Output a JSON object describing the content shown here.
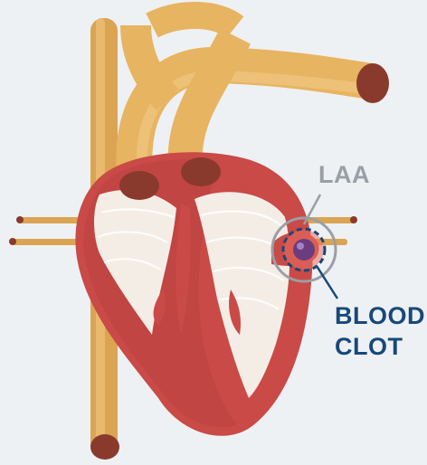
{
  "labels": {
    "laa": "LAA",
    "clot_line_1": "BLOOD",
    "clot_line_2": "CLOT"
  },
  "colors": {
    "background": "#eef1f3",
    "heart_outer": "#c94a47",
    "heart_inner": "#f4ede6",
    "vessel": "#e7b461",
    "vessel_cap": "#8a3a2c",
    "laa_callout": "#9a9fa5",
    "clot_callout": "#17487a",
    "clot": "#6b3d7e"
  },
  "icons": {
    "heart": "heart-illustration",
    "clot": "blood-clot-icon"
  }
}
